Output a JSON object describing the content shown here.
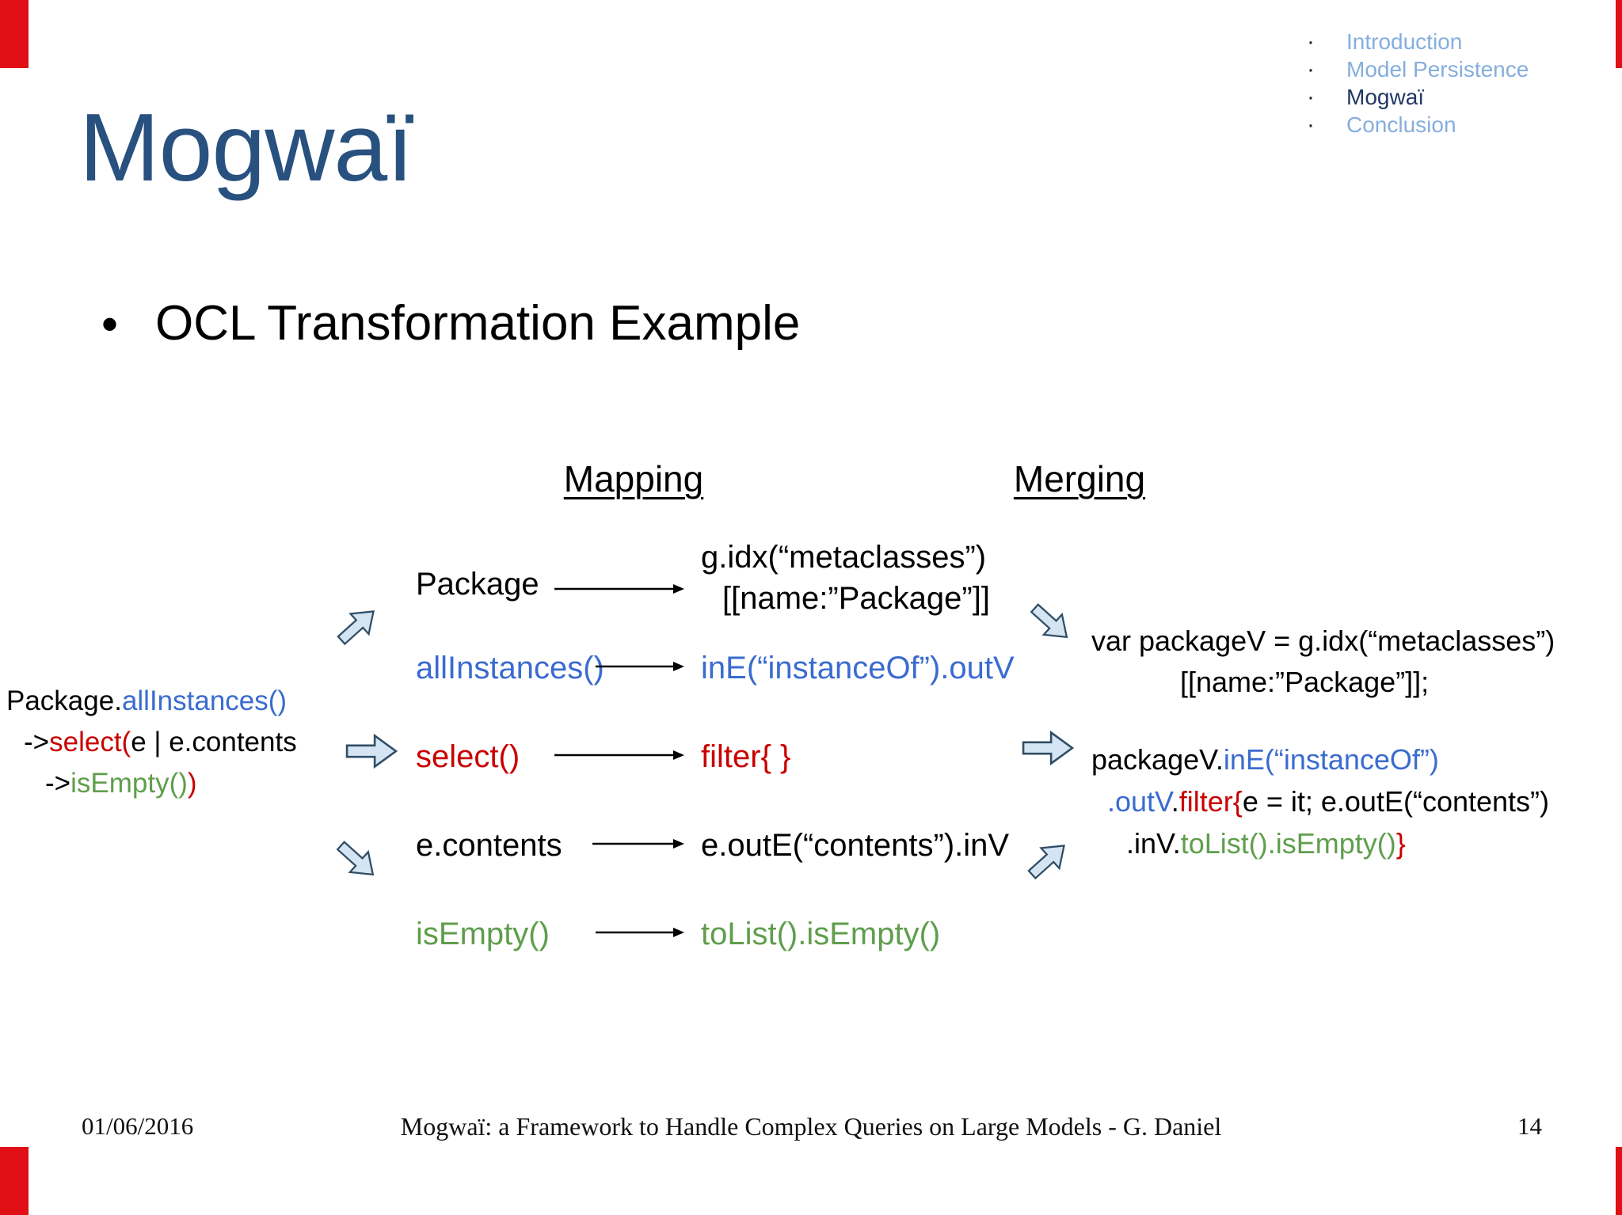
{
  "title": "Mogwaï",
  "nav": {
    "dot": "·",
    "items": [
      {
        "label": "Introduction",
        "active": false
      },
      {
        "label": "Model Persistence",
        "active": false
      },
      {
        "label": "Mogwaï",
        "active": true
      },
      {
        "label": "Conclusion",
        "active": false
      }
    ]
  },
  "bullet_marker": "•",
  "bullet": "OCL Transformation Example",
  "mapping": {
    "header": "Mapping",
    "rows": [
      {
        "left": "Package",
        "right1": "g.idx(“metaclasses”)",
        "right2": "[[name:”Package”]]"
      },
      {
        "left": "allInstances()",
        "right1": "inE(“instanceOf”).outV"
      },
      {
        "left": "select()",
        "right1": "filter{ }"
      },
      {
        "left": "e.contents",
        "right1": "e.outE(“contents”).inV"
      },
      {
        "left": "isEmpty()",
        "right1": "toList().isEmpty()"
      }
    ]
  },
  "ocl": {
    "l1a": "Package.",
    "l1b": "allInstances()",
    "l2a": "->",
    "l2b": "select(",
    "l2c": "e | e.contents",
    "l3a": "->",
    "l3b": "isEmpty()",
    "l3c": ")"
  },
  "merging": {
    "header": "Merging",
    "m1": "var packageV = g.idx(“metaclasses”)",
    "m2": "[[name:”Package”]];",
    "m3a": "packageV.",
    "m3b": "inE(“instanceOf”)",
    "m4a": ".outV",
    "m4b": ".",
    "m4c": "filter{",
    "m4d": "e = it; e.outE(“contents”)",
    "m5a": ".inV.",
    "m5b": "toList().isEmpty()",
    "m5c": "}"
  },
  "footer": {
    "date": "01/06/2016",
    "text": "Mogwaï: a Framework to Handle Complex Queries on Large Models - G. Daniel",
    "page": "14"
  },
  "palette": {
    "title_blue": "#28517f",
    "nav_link_blue": "#85aede",
    "nav_active": "#1f3864",
    "code_blue": "#3a6bd0",
    "code_red": "#c90000",
    "code_green": "#5f9e4c",
    "arrow_fill": "#d5e4f2",
    "arrow_stroke": "#2f4d66",
    "corner_red": "#e01016"
  }
}
